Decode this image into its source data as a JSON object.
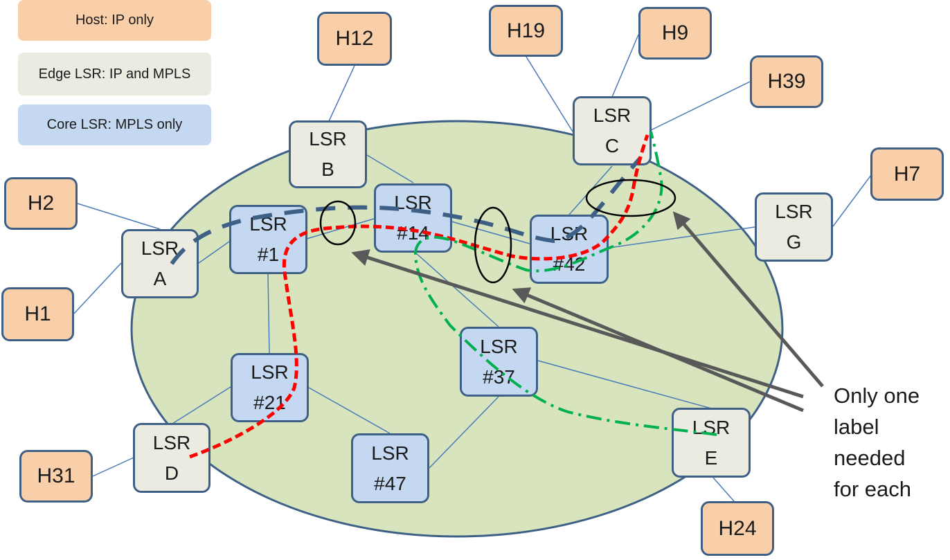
{
  "legend": [
    {
      "key": "host",
      "label": "Host: IP only",
      "color": "#f9cfaa"
    },
    {
      "key": "edge",
      "label": "Edge LSR: IP and MPLS",
      "color": "#ecebe1"
    },
    {
      "key": "core",
      "label": "Core LSR: MPLS only",
      "color": "#c5d8f1"
    }
  ],
  "hosts": {
    "h12": "H12",
    "h19": "H19",
    "h9": "H9",
    "h39": "H39",
    "h7": "H7",
    "h2": "H2",
    "h1": "H1",
    "h31": "H31",
    "h24": "H24"
  },
  "edge_lsrs": {
    "a": {
      "line1": "LSR",
      "line2": "A"
    },
    "b": {
      "line1": "LSR",
      "line2": "B"
    },
    "c": {
      "line1": "LSR",
      "line2": "C"
    },
    "d": {
      "line1": "LSR",
      "line2": "D"
    },
    "e": {
      "line1": "LSR",
      "line2": "E"
    },
    "g": {
      "line1": "LSR",
      "line2": "G"
    }
  },
  "core_lsrs": {
    "n1": {
      "line1": "LSR",
      "line2": "#1"
    },
    "n14": {
      "line1": "LSR",
      "line2": "#14"
    },
    "n42": {
      "line1": "LSR",
      "line2": "#42"
    },
    "n21": {
      "line1": "LSR",
      "line2": "#21"
    },
    "n37": {
      "line1": "LSR",
      "line2": "#37"
    },
    "n47": {
      "line1": "LSR",
      "line2": "#47"
    }
  },
  "annotation": {
    "line1": "Only one",
    "line2": "label",
    "line3": "needed",
    "line4": "for each"
  },
  "colors": {
    "cloud_fill": "#d7e4bd",
    "cloud_stroke": "#3e5f86",
    "link": "#4a7ab8",
    "path_blue": "#3e5f86",
    "path_red": "#ff0000",
    "path_green": "#00b050",
    "arrow": "#595959",
    "ellipse": "#000000"
  }
}
